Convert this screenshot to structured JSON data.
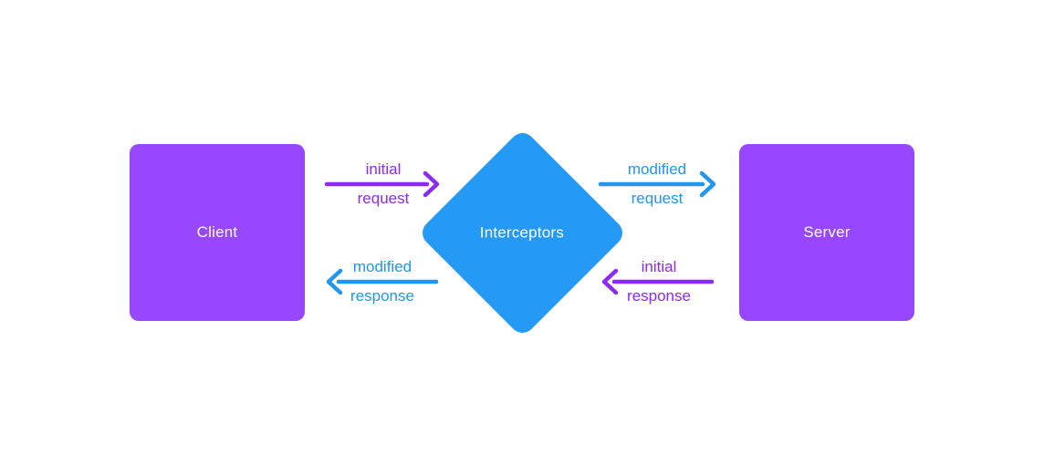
{
  "canvas": {
    "background_color": "#FFFFFF"
  },
  "nodes": {
    "client": {
      "label": "Client",
      "shape": "rounded-square",
      "fill_color": "#9747FF",
      "text_color": "#FFFFFF"
    },
    "interceptors": {
      "label": "Interceptors",
      "shape": "diamond",
      "fill_color": "#2499F5",
      "text_color": "#FFFFFF"
    },
    "server": {
      "label": "Server",
      "shape": "rounded-square",
      "fill_color": "#9747FF",
      "text_color": "#FFFFFF"
    }
  },
  "arrows": {
    "initial_request": {
      "line1": "initial",
      "line2": "request",
      "direction": "right",
      "from": "client",
      "to": "interceptors",
      "color": "#8C2BF5"
    },
    "modified_response": {
      "line1": "modified",
      "line2": "response",
      "direction": "left",
      "from": "interceptors",
      "to": "client",
      "color": "#2196F3"
    },
    "modified_request": {
      "line1": "modified",
      "line2": "request",
      "direction": "right",
      "from": "interceptors",
      "to": "server",
      "color": "#2196F3"
    },
    "initial_response": {
      "line1": "initial",
      "line2": "response",
      "direction": "left",
      "from": "server",
      "to": "interceptors",
      "color": "#8C2BF5"
    }
  }
}
